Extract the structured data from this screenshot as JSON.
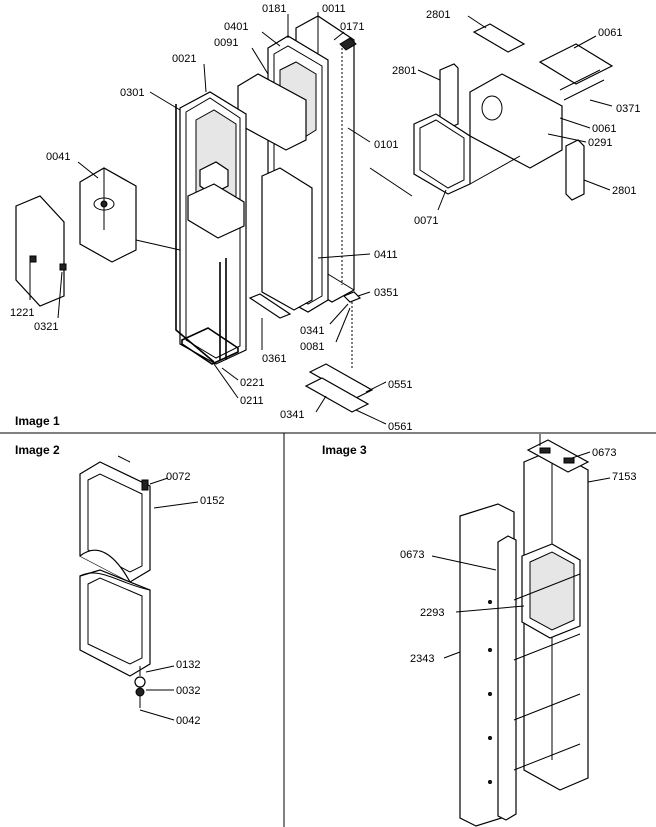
{
  "panels": {
    "image1": {
      "title": "Image 1"
    },
    "image2": {
      "title": "Image 2"
    },
    "image3": {
      "title": "Image 3"
    }
  },
  "image1_labels": {
    "l0011": "0011",
    "l0181": "0181",
    "l0171": "0171",
    "l0401": "0401",
    "l0091": "0091",
    "l0021": "0021",
    "l0301": "0301",
    "l0041": "0041",
    "l0101": "0101",
    "l0411": "0411",
    "l0351": "0351",
    "l0341a": "0341",
    "l0081": "0081",
    "l0361": "0361",
    "l0221": "0221",
    "l0211": "0211",
    "l0551": "0551",
    "l0341b": "0341",
    "l0561": "0561",
    "l1221": "1221",
    "l0321": "0321",
    "l2801a": "2801",
    "l0061a": "0061",
    "l2801b": "2801",
    "l0371": "0371",
    "l0061b": "0061",
    "l0291": "0291",
    "l0071": "0071",
    "l2801c": "2801"
  },
  "image2_labels": {
    "l0072": "0072",
    "l0152": "0152",
    "l0132": "0132",
    "l0032": "0032",
    "l0042": "0042"
  },
  "image3_labels": {
    "l0673a": "0673",
    "l7153": "7153",
    "l0673b": "0673",
    "l2293": "2293",
    "l2343": "2343"
  }
}
